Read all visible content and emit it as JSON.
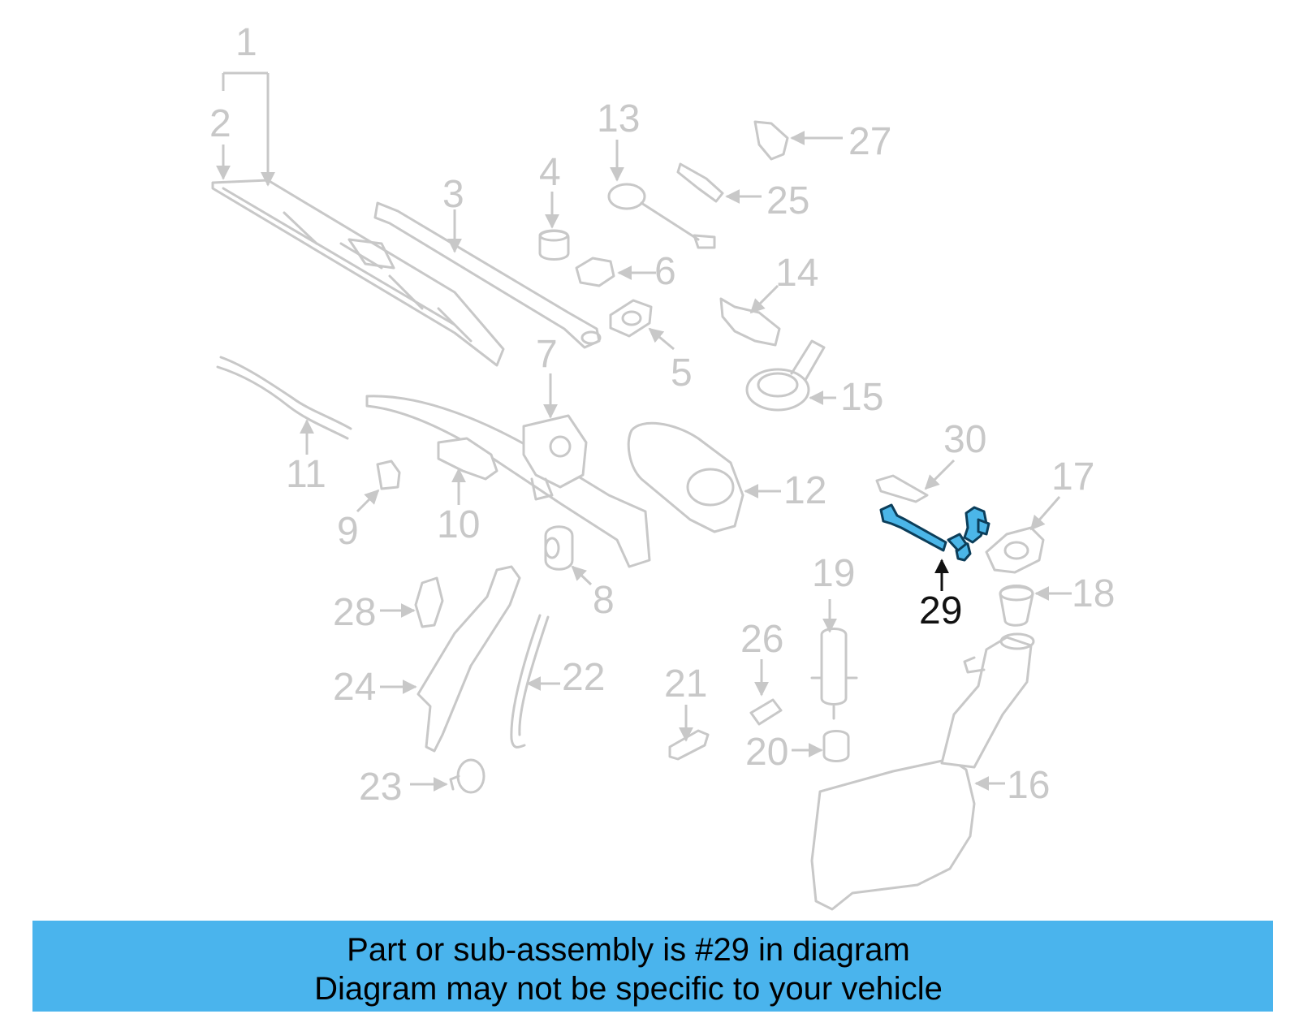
{
  "diagram": {
    "highlight_color": "#4bb6e8",
    "part_color": "#c8c8c8",
    "highlighted_part": "29",
    "labels": [
      "1",
      "2",
      "3",
      "4",
      "5",
      "6",
      "7",
      "8",
      "9",
      "10",
      "11",
      "12",
      "13",
      "14",
      "15",
      "16",
      "17",
      "18",
      "19",
      "20",
      "21",
      "22",
      "23",
      "24",
      "25",
      "26",
      "27",
      "28",
      "29",
      "30"
    ]
  },
  "banner": {
    "background": "#4ab4ed",
    "line1": "Part or sub-assembly is #29 in diagram",
    "line2": "Diagram may not be specific to your vehicle"
  }
}
